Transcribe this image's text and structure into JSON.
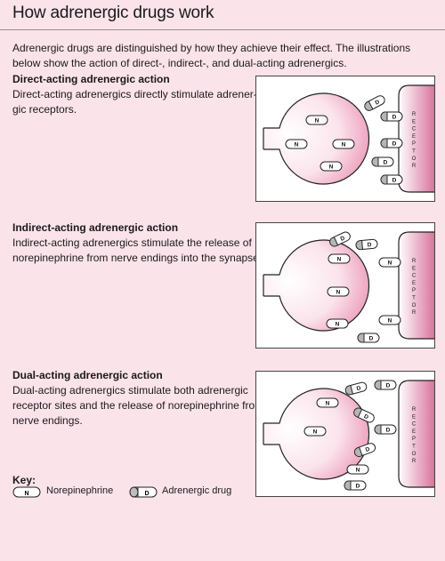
{
  "page": {
    "title": "How adrenergic drugs work",
    "intro": "Adrenergic drugs are distinguished by how they achieve their effect. The illustrations below show the action of direct-, indirect-, and dual-acting adrenergics."
  },
  "sections": [
    {
      "title": "Direct-acting adrenergic action",
      "line1": "Direct-acting adrenergics directly stimulate adrener-",
      "line2": "gic receptors."
    },
    {
      "title": "Indirect-acting adrenergic action",
      "line1": "Indirect-acting adrenergics stimulate the release of",
      "line2": "norepinephrine from nerve endings into the synapse."
    },
    {
      "title": "Dual-acting adrenergic action",
      "line1": "Dual-acting adrenergics stimulate both adrenergic",
      "line2": "receptor sites and the release of norepinephrine from",
      "line3": "nerve endings."
    }
  ],
  "diagram": {
    "n_label": "N",
    "d_label": "D",
    "receptor_label": "RECEPTOR",
    "colors": {
      "pink_light": "#fbe4ec",
      "pink_mid": "#e98fb2",
      "pink_dark": "#d66e98",
      "stroke": "#222222"
    }
  },
  "key": {
    "title": "Key:",
    "n_symbol": "N",
    "n_label": "Norepinephrine",
    "d_symbol": "D",
    "d_label": "Adrenergic drug"
  }
}
